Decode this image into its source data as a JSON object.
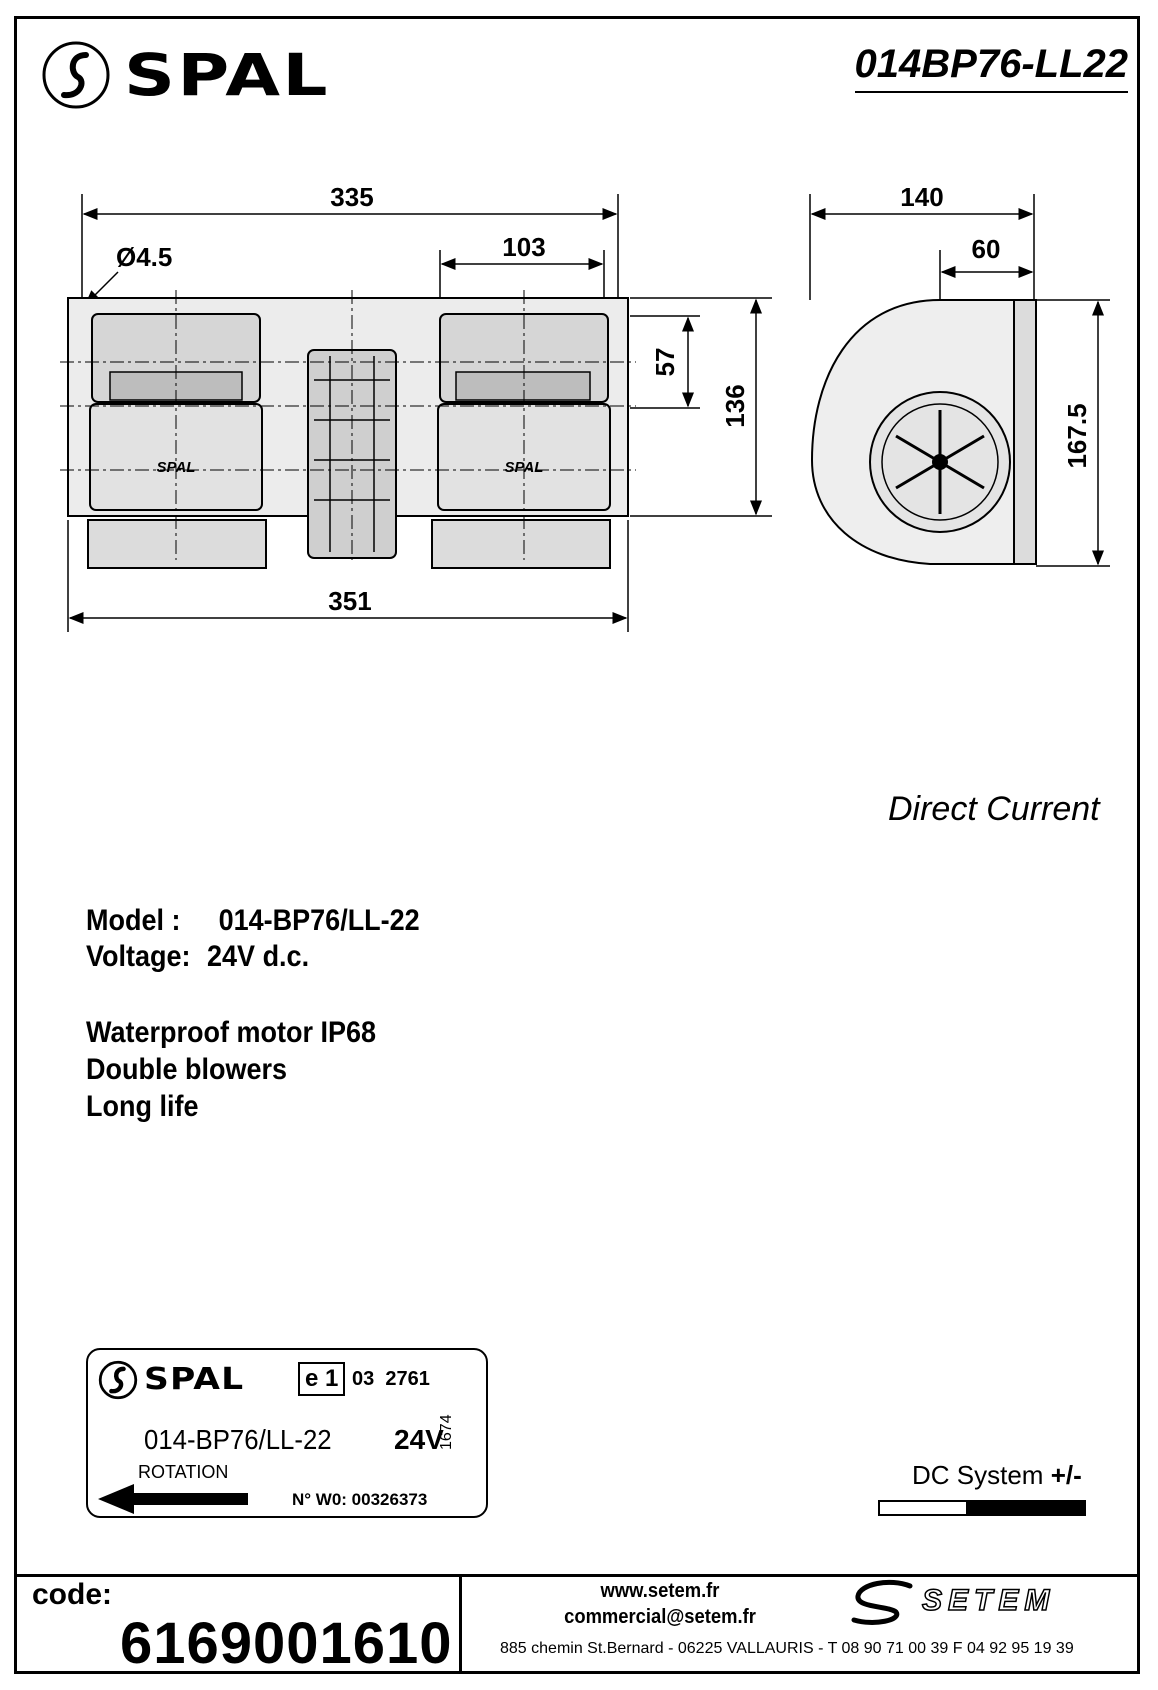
{
  "brand": {
    "name": "SPAL"
  },
  "part_title": "014BP76-LL22",
  "dimensions": {
    "width_335": "335",
    "width_351": "351",
    "width_103": "103",
    "hole_dia": "Ø4.5",
    "height_57": "57",
    "height_136": "136",
    "side_140": "140",
    "side_60": "60",
    "side_167": "167.5"
  },
  "drawing_marks": {
    "spal_mark": "SPAL"
  },
  "subtitle": "Direct Current",
  "specs": {
    "model_label": "Model :",
    "model_value": "014-BP76/LL-22",
    "voltage_label": "Voltage:",
    "voltage_value": "24V d.c.",
    "features": [
      "Waterproof motor IP68",
      "Double blowers",
      "Long life"
    ]
  },
  "label_plate": {
    "brand": "SPAL",
    "approval_mark": "e 1",
    "approval_number": "03  2761",
    "model": "014-BP76/LL-22",
    "voltage": "24V",
    "side_code": "1674",
    "rotation": "ROTATION",
    "serial": "N° W0: 00326373"
  },
  "dc_system": {
    "label": "DC System",
    "polarity": "+/-",
    "fill_fraction": 0.58
  },
  "code": {
    "label": "code:",
    "value": "6169001610"
  },
  "contact": {
    "website": "www.setem.fr",
    "email": "commercial@setem.fr",
    "address": "885 chemin St.Bernard  -  06225 VALLAURIS  -  T 08 90 71 00 39   F 04 92 95 19 39"
  },
  "setem": {
    "name": "SETEM"
  }
}
